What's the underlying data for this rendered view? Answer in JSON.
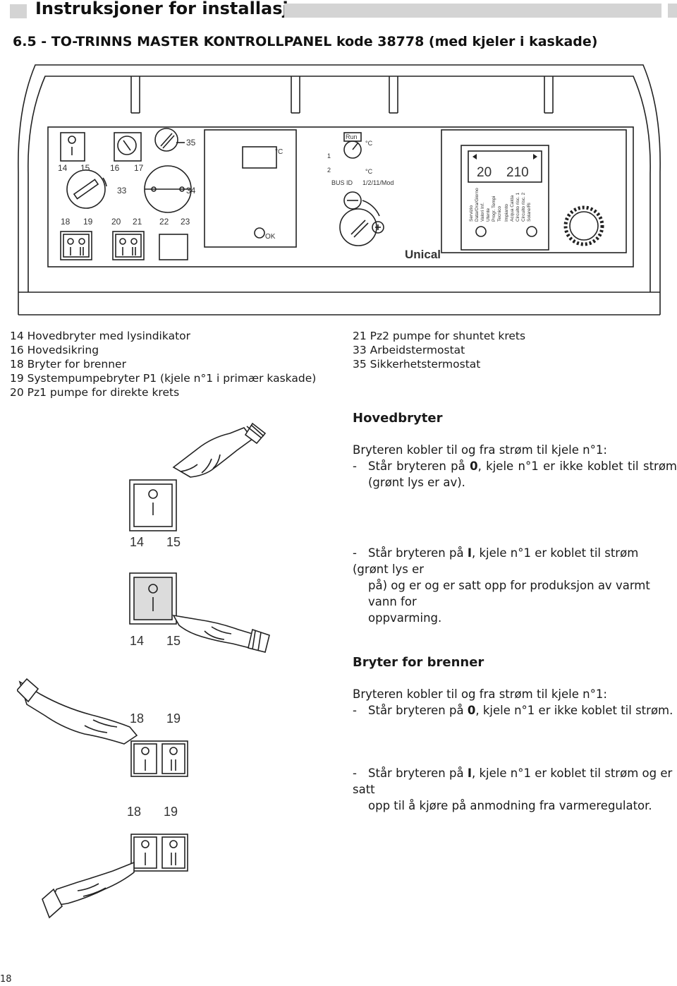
{
  "header": {
    "title": "Instruksjoner for installasjon",
    "subtitle": "6.5 - TO-TRINNS MASTER KONTROLLPANEL kode 38778 (med kjeler i kaskade)"
  },
  "panel": {
    "numbers": {
      "n14": "14",
      "n15": "15",
      "n16": "16",
      "n17": "17",
      "n18": "18",
      "n19": "19",
      "n20": "20",
      "n21": "21",
      "n22": "22",
      "n23": "23",
      "n33": "33",
      "n34": "34",
      "n35": "35"
    },
    "switch_symbols": {
      "off": "O",
      "on": "I",
      "double_on": "II"
    },
    "thermo": {
      "unit": "°C",
      "ok": "OK"
    },
    "selector": {
      "run": "Run",
      "pos1": "1",
      "pos2": "2",
      "bus_id": "BUS ID",
      "mode": "1/2/11/Mod",
      "unit": "°C"
    },
    "display": {
      "value_left": "20",
      "value_right": "210",
      "menu_items": [
        "Servizio",
        "Data/Ora/Giorno",
        "Valori Inf.",
        "Utente",
        "Progr. Tempi",
        "Tecnico",
        "Impianto",
        "Acqua Calda",
        "Circuito risc. 1",
        "Circuito risc. 2",
        "Solare/Ri"
      ]
    },
    "brand": "Unical"
  },
  "legend_left": [
    "14 Hovedbryter med lysindikator",
    "16 Hovedsikring",
    "18 Bryter for brenner",
    "19 Systempumpebryter P1 (kjele n°1 i primær kaskade)",
    "20 Pz1 pumpe for direkte krets"
  ],
  "legend_right": [
    "21  Pz2 pumpe for shuntet krets",
    "33 Arbeidstermostat",
    "35 Sikkerhetstermostat"
  ],
  "section_main": {
    "title": "Hovedbryter",
    "intro": "Bryteren kobler til og fra strøm til kjele n°1:",
    "item_off_dash": "-",
    "item_off_pre": "Står bryteren på ",
    "item_off_bold": "0",
    "item_off_post": ", kjele n°1 er ikke koblet til strøm",
    "item_off_cont": "(grønt lys er av).",
    "item_on_dash": "-",
    "item_on_pre": "Står bryteren på ",
    "item_on_bold": "I",
    "item_on_post": ", kjele n°1 er koblet til strøm (grønt lys er",
    "item_on_cont1": "på) og er og er satt opp for produksjon av varmt vann for",
    "item_on_cont2": "oppvarming."
  },
  "section_burner": {
    "title": "Bryter for brenner",
    "intro": "Bryteren kobler til og fra strøm til kjele n°1:",
    "item_off_dash": "-",
    "item_off_pre": "Står bryteren på ",
    "item_off_bold": "0",
    "item_off_post": ", kjele n°1 er ikke koblet til strøm.",
    "item_on_dash": "-",
    "item_on_pre": "Står bryteren på ",
    "item_on_bold": "I",
    "item_on_post": ", kjele n°1 er koblet til strøm og er satt",
    "item_on_cont": "opp til å kjøre på anmodning fra varmeregulator."
  },
  "illustrations": {
    "main_off": {
      "n14": "14",
      "n15": "15",
      "o": "O",
      "i": "I"
    },
    "main_on": {
      "n14": "14",
      "n15": "15",
      "o": "O",
      "i": "I"
    },
    "burner_top": {
      "n18": "18",
      "n19": "19",
      "i": "I",
      "ii": "II"
    },
    "burner_bottom": {
      "n18": "18",
      "n19": "19",
      "i": "I",
      "ii": "II"
    }
  },
  "page_number": "18"
}
